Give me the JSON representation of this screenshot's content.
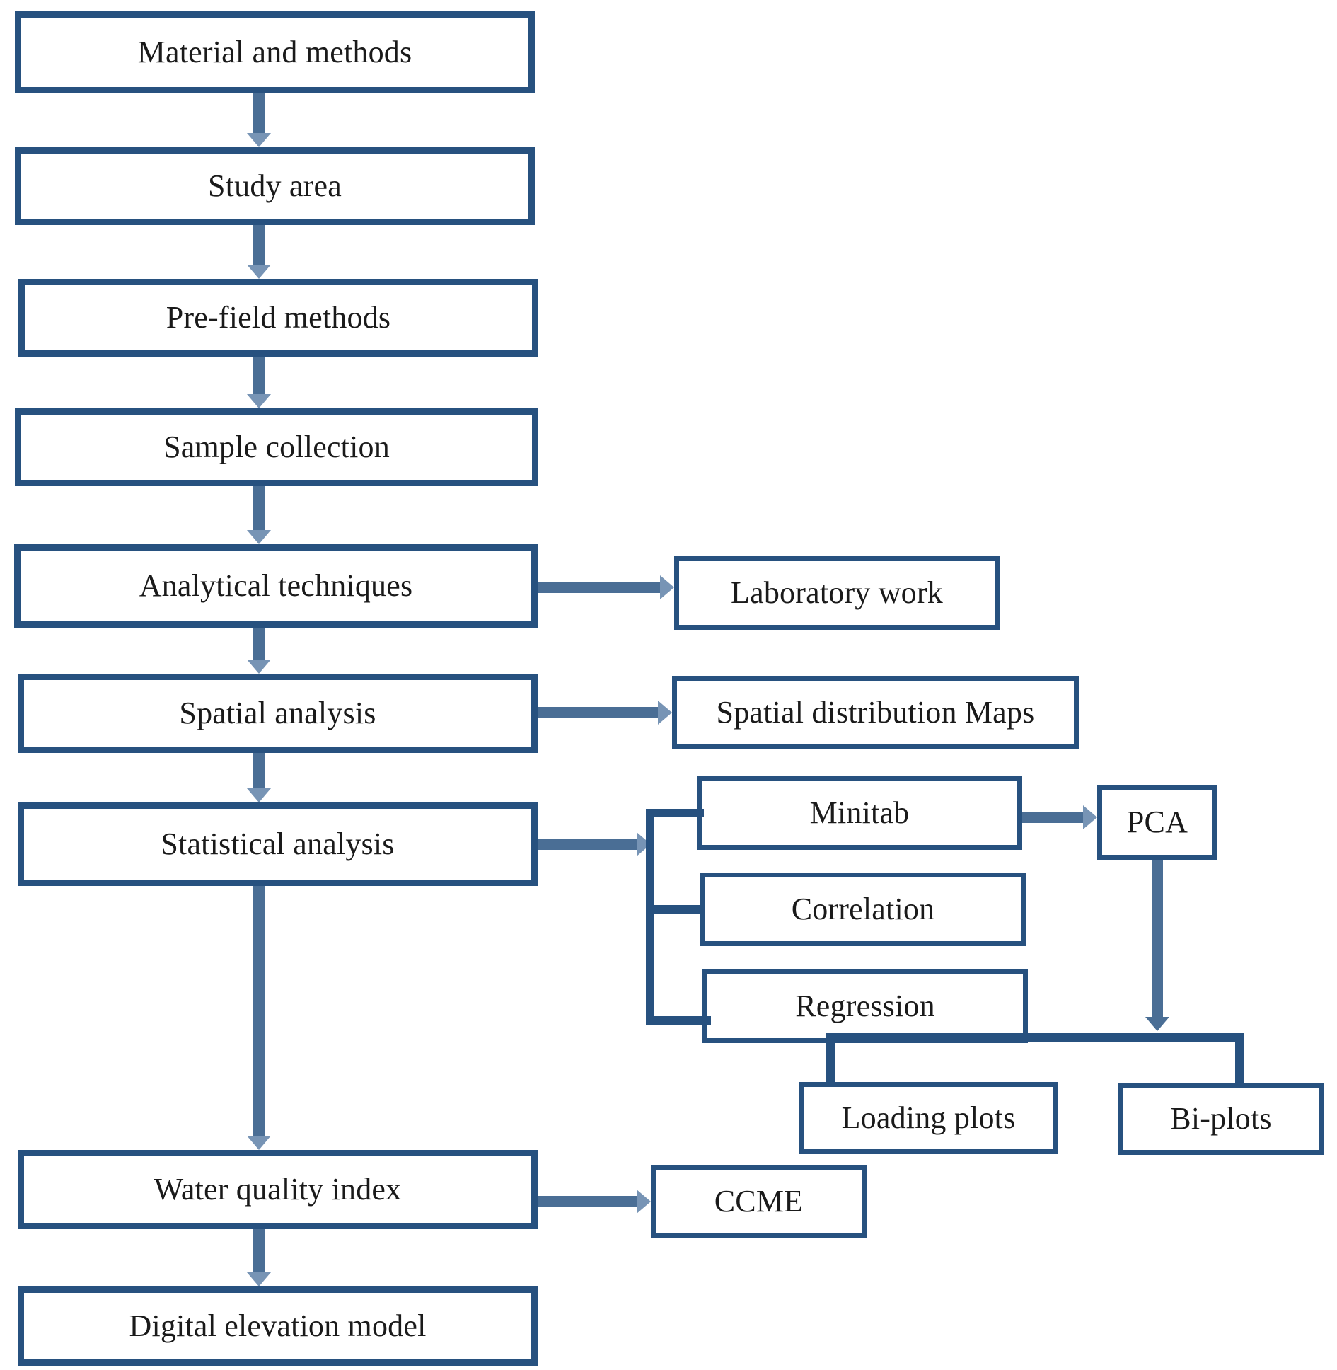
{
  "diagram": {
    "title": "Material and methods research workflow flowchart",
    "colors": {
      "box_border": "#27517f",
      "connector": "#4a6e95",
      "arrow_head": "#7794b5",
      "background": "#ffffff",
      "text": "#1a1a1a"
    },
    "main_chain": [
      {
        "id": "material-and-methods",
        "label": "Material and methods"
      },
      {
        "id": "study-area",
        "label": "Study area"
      },
      {
        "id": "pre-field-methods",
        "label": "Pre-field methods"
      },
      {
        "id": "sample-collection",
        "label": "Sample collection"
      },
      {
        "id": "analytical-techniques",
        "label": "Analytical techniques"
      },
      {
        "id": "spatial-analysis",
        "label": "Spatial analysis"
      },
      {
        "id": "statistical-analysis",
        "label": "Statistical analysis"
      },
      {
        "id": "water-quality-index",
        "label": "Water quality index"
      },
      {
        "id": "digital-elevation-model",
        "label": "Digital elevation model"
      }
    ],
    "branch_nodes": [
      {
        "id": "laboratory-work",
        "label": "Laboratory work"
      },
      {
        "id": "spatial-distribution-maps",
        "label": "Spatial distribution Maps"
      },
      {
        "id": "minitab",
        "label": "Minitab"
      },
      {
        "id": "correlation",
        "label": "Correlation"
      },
      {
        "id": "regression",
        "label": "Regression"
      },
      {
        "id": "pca",
        "label": "PCA"
      },
      {
        "id": "loading-plots",
        "label": "Loading plots"
      },
      {
        "id": "bi-plots",
        "label": "Bi-plots"
      },
      {
        "id": "ccme",
        "label": "CCME"
      }
    ],
    "edges": [
      {
        "from": "material-and-methods",
        "to": "study-area",
        "kind": "arrow-down"
      },
      {
        "from": "study-area",
        "to": "pre-field-methods",
        "kind": "arrow-down"
      },
      {
        "from": "pre-field-methods",
        "to": "sample-collection",
        "kind": "arrow-down"
      },
      {
        "from": "sample-collection",
        "to": "analytical-techniques",
        "kind": "arrow-down"
      },
      {
        "from": "analytical-techniques",
        "to": "spatial-analysis",
        "kind": "arrow-down"
      },
      {
        "from": "spatial-analysis",
        "to": "statistical-analysis",
        "kind": "arrow-down"
      },
      {
        "from": "statistical-analysis",
        "to": "water-quality-index",
        "kind": "arrow-down"
      },
      {
        "from": "water-quality-index",
        "to": "digital-elevation-model",
        "kind": "arrow-down"
      },
      {
        "from": "analytical-techniques",
        "to": "laboratory-work",
        "kind": "arrow-right"
      },
      {
        "from": "spatial-analysis",
        "to": "spatial-distribution-maps",
        "kind": "arrow-right"
      },
      {
        "from": "statistical-analysis",
        "to": "minitab",
        "kind": "bracket-right"
      },
      {
        "from": "statistical-analysis",
        "to": "correlation",
        "kind": "bracket-right"
      },
      {
        "from": "statistical-analysis",
        "to": "regression",
        "kind": "bracket-right"
      },
      {
        "from": "minitab",
        "to": "pca",
        "kind": "arrow-right"
      },
      {
        "from": "pca",
        "to": "loading-plots",
        "kind": "bracket-down"
      },
      {
        "from": "pca",
        "to": "bi-plots",
        "kind": "bracket-down"
      },
      {
        "from": "water-quality-index",
        "to": "ccme",
        "kind": "arrow-right"
      }
    ]
  }
}
